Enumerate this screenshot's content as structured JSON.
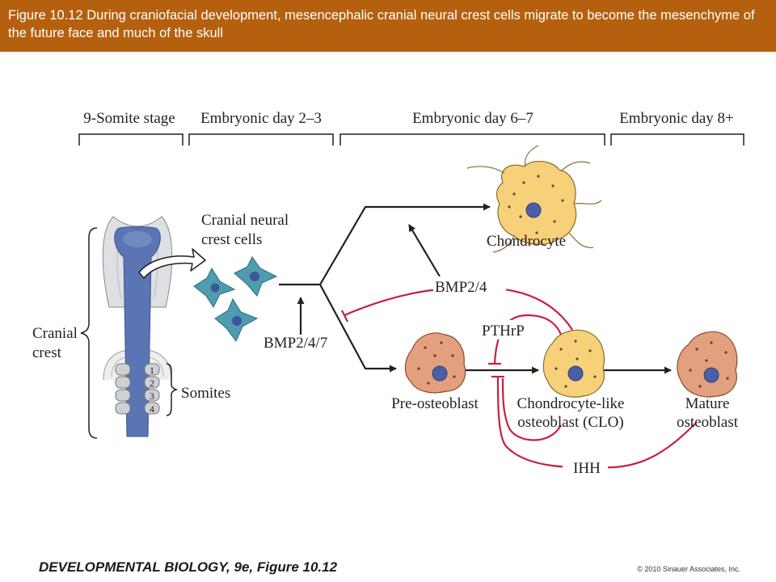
{
  "header": {
    "caption": "Figure 10.12 During craniofacial development, mesencephalic cranial neural crest cells migrate to become the mesenchyme of the future face and much of the skull"
  },
  "stages": [
    "9-Somite stage",
    "Embryonic day 2–3",
    "Embryonic day 6–7",
    "Embryonic day 8+"
  ],
  "labels": {
    "cranial_neural_crest_line1": "Cranial neural",
    "cranial_neural_crest_line2": "crest cells",
    "cranial_crest_line1": "Cranial",
    "cranial_crest_line2": "crest",
    "somites": "Somites",
    "somite_numbers": [
      "1",
      "2",
      "3",
      "4"
    ],
    "bmp247": "BMP2/4/7",
    "bmp24": "BMP2/4",
    "pthrp": "PTHrP",
    "ihh": "IHH",
    "chondrocyte": "Chondrocyte",
    "pre_osteoblast": "Pre-osteoblast",
    "clo_line1": "Chondrocyte-like",
    "clo_line2": "osteoblast (CLO)",
    "mature_line1": "Mature",
    "mature_line2": "osteoblast"
  },
  "colors": {
    "header_bg": "#b5600f",
    "neural_tube": "#5b74b3",
    "neural_crest_cell": "#4f9bb0",
    "chondrocyte_cell": "#f7d17a",
    "osteoblast_cell": "#e3a07f",
    "nucleus": "#4a5fa6",
    "inhibition_line": "#c8203f"
  },
  "footer": {
    "title": "DEVELOPMENTAL BIOLOGY, 9e, Figure 10.12",
    "copyright": "© 2010 Sinauer Associates, Inc."
  }
}
